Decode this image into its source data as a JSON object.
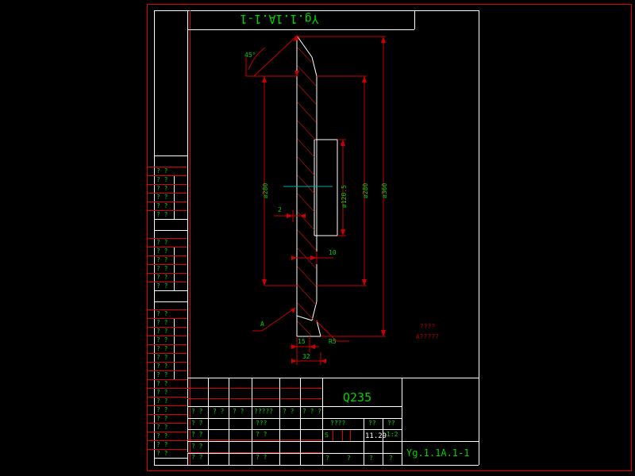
{
  "drawing": {
    "title_top": "Yg.1.1A.1-1",
    "drawing_number": "Yg.1.1A.1-1",
    "material": "Q235",
    "scale": "1:2",
    "date": "11.29",
    "sheet_code": "S",
    "background": "#000000",
    "frame_color": "#cc0000",
    "table_color": "#ffffff",
    "text_color": "#00d000"
  },
  "dimensions": {
    "angle_chamfer": "45°",
    "dia_outer": "ø360",
    "dia_mid": "ø280",
    "dia_inner_left": "ø280",
    "dia_bore": "ø120.5",
    "thickness_small": "2",
    "thickness_mid": "10",
    "width_15": "15",
    "width_32": "32",
    "radius": "R5",
    "section_marker": "A"
  },
  "notes": {
    "line1": "????",
    "line2": "A?????"
  },
  "parts_table": {
    "header": [
      "? ?",
      "? ?",
      "?  ?",
      "?????",
      "? ?",
      "? ? ?"
    ],
    "rows": [
      [
        "? ?",
        "",
        "",
        "???",
        "",
        ""
      ],
      [
        "? ?",
        "",
        "",
        "?  ?",
        "",
        ""
      ],
      [
        "? ?",
        "",
        "",
        "",
        "",
        ""
      ],
      [
        "? ?",
        "",
        "",
        "?  ?",
        "",
        ""
      ]
    ]
  },
  "title_block": {
    "material_label": "Q235",
    "approval_header": [
      "????",
      "??",
      "??"
    ],
    "approval_values": [
      "S",
      "11.29",
      "1:2"
    ],
    "approval_footer": [
      "?",
      "?",
      "?",
      "?"
    ],
    "number": "Yg.1.1A.1-1"
  },
  "revision_table": {
    "groups": [
      {
        "rows": [
          [
            "? ?"
          ],
          [
            "? ?"
          ],
          [
            "? ?"
          ],
          [
            "? ?"
          ],
          [
            "? ?"
          ]
        ]
      },
      {
        "rows": [
          [
            "? ?"
          ],
          [
            "? ?"
          ],
          [
            "? ?"
          ],
          [
            "? ?"
          ],
          [
            "? ?"
          ]
        ]
      },
      {
        "rows": [
          [
            "? ?"
          ],
          [
            "? ?"
          ],
          [
            "? ?"
          ],
          [
            "? ?"
          ],
          [
            "? ?"
          ],
          [
            "? ?"
          ],
          [
            "? ?"
          ],
          [
            "? ?"
          ],
          [
            "? ?"
          ],
          [
            "? ?"
          ]
        ]
      }
    ]
  }
}
